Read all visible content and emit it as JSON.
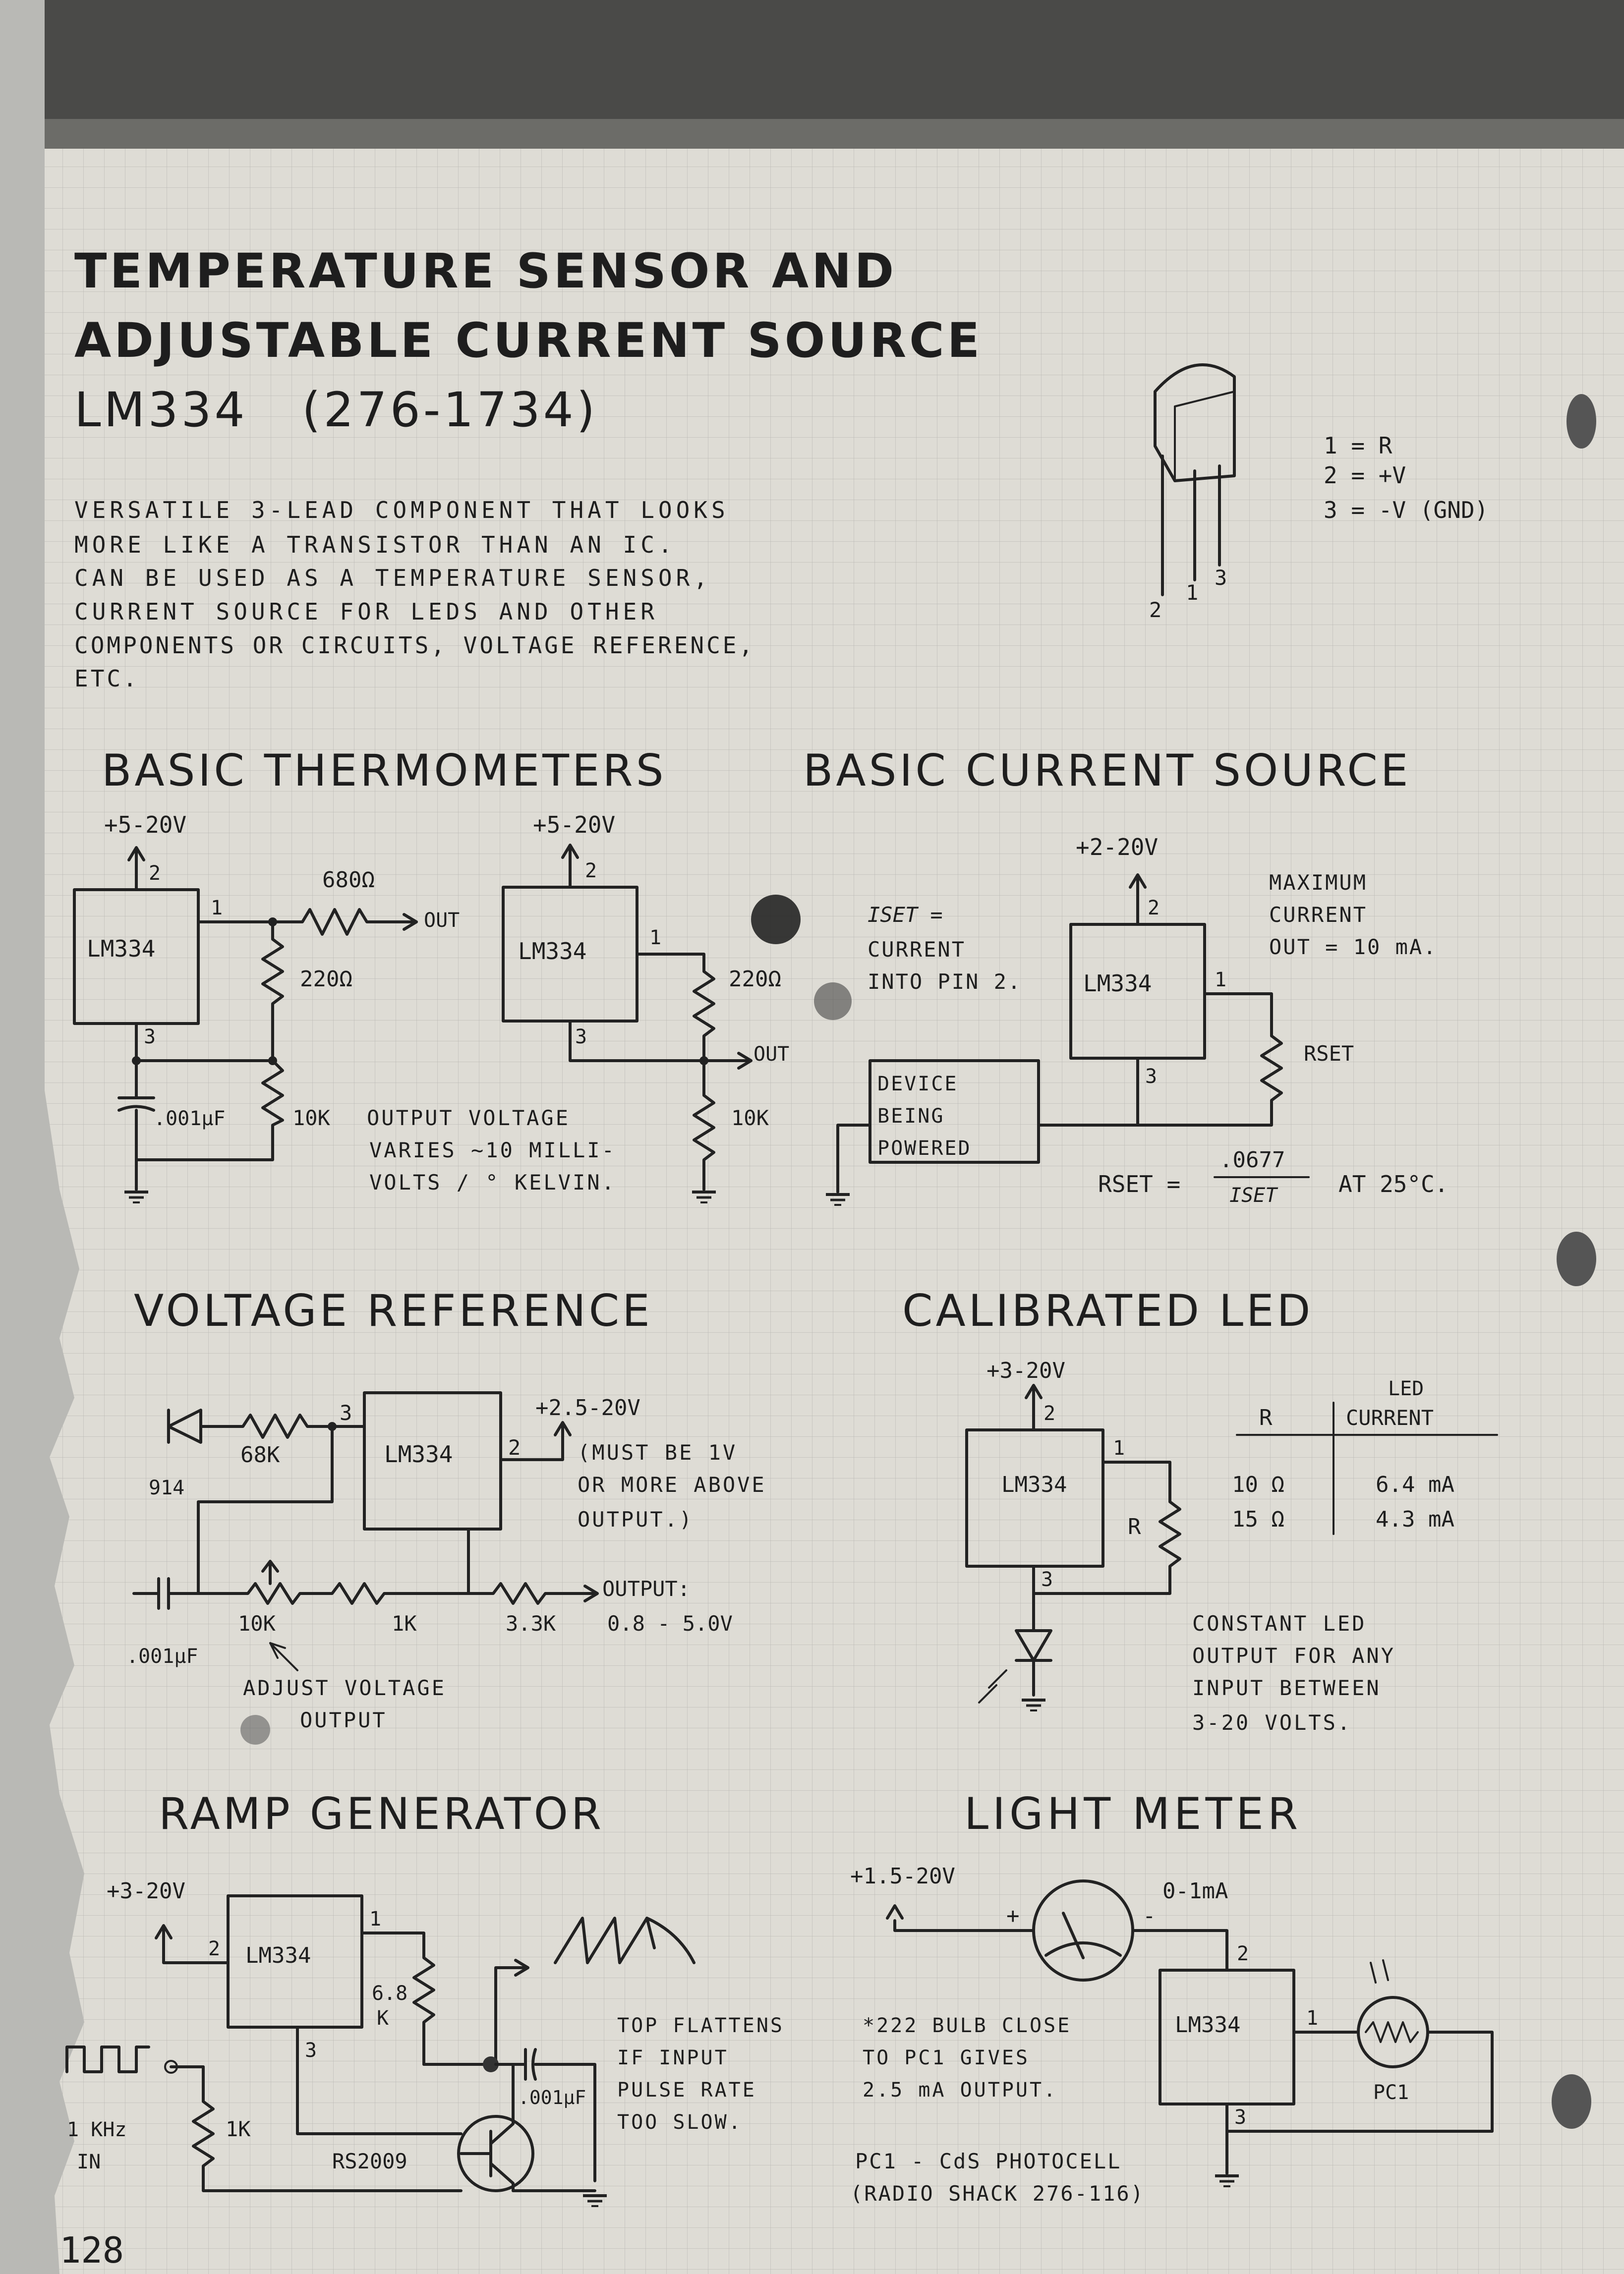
{
  "header": {
    "title_line1": "TEMPERATURE SENSOR AND",
    "title_line2": "ADJUSTABLE CURRENT SOURCE",
    "title_line3": "LM334   (276-1734)"
  },
  "intro": {
    "lines": [
      "VERSATILE 3-LEAD COMPONENT THAT LOOKS",
      "MORE LIKE A TRANSISTOR THAN AN IC.",
      "CAN BE USED AS A TEMPERATURE SENSOR,",
      "CURRENT SOURCE FOR LEDS AND OTHER",
      "COMPONENTS OR CIRCUITS, VOLTAGE REFERENCE,",
      "ETC."
    ]
  },
  "package": {
    "pin_labels": [
      "1 = R",
      "2 = +V",
      "3 = -V (GND)"
    ],
    "leg_numbers": [
      "2",
      "1",
      "3"
    ]
  },
  "thermometers": {
    "title": "BASIC THERMOMETERS",
    "chip": "LM334",
    "supply": "+5-20V",
    "pin1": "1",
    "pin2": "2",
    "pin3": "3",
    "r680": "680Ω",
    "out": "OUT",
    "r220": "220Ω",
    "cap": ".001μF",
    "r10k": "10K",
    "note_line1": "OUTPUT VOLTAGE",
    "note_line2": "VARIES ~10 MILLI-",
    "note_line3": "VOLTS / ° KELVIN."
  },
  "current_source": {
    "title": "BASIC CURRENT SOURCE",
    "iset_line1": "ISET =",
    "iset_line2": "CURRENT",
    "iset_line3": "INTO PIN 2.",
    "supply": "+2-20V",
    "max_line1": "MAXIMUM",
    "max_line2": "CURRENT",
    "max_line3": "OUT = 10 mA.",
    "chip": "LM334",
    "pin1": "1",
    "pin2": "2",
    "pin3": "3",
    "rset": "RSET",
    "device_line1": "DEVICE",
    "device_line2": "BEING",
    "device_line3": "POWERED",
    "formula_lhs": "RSET =",
    "formula_num": ".0677",
    "formula_den": "ISET",
    "formula_tail": "AT 25°C."
  },
  "voltage_reference": {
    "title": "VOLTAGE REFERENCE",
    "chip": "LM334",
    "r68k": "68K",
    "diode": "914",
    "pin3": "3",
    "pin2": "2",
    "supply": "+2.5-20V",
    "must_line1": "(MUST BE 1V",
    "must_line2": "OR MORE ABOVE",
    "must_line3": "OUTPUT.)",
    "pot": "10K",
    "r1k": "1K",
    "r33k": "3.3K",
    "output_line1": "OUTPUT:",
    "output_line2": "0.8 - 5.0V",
    "cap": ".001μF",
    "adjust_line1": "ADJUST VOLTAGE",
    "adjust_line2": "OUTPUT"
  },
  "calibrated_led": {
    "title": "CALIBRATED LED",
    "supply": "+3-20V",
    "chip": "LM334",
    "pin1": "1",
    "pin2": "2",
    "pin3": "3",
    "r": "R",
    "table_head_r": "R",
    "table_head_led": "LED",
    "table_head_current": "CURRENT",
    "rows": [
      {
        "r": "10 Ω",
        "current": "6.4 mA"
      },
      {
        "r": "15 Ω",
        "current": "4.3 mA"
      }
    ],
    "note_line1": "CONSTANT LED",
    "note_line2": "OUTPUT FOR ANY",
    "note_line3": "INPUT BETWEEN",
    "note_line4": "3-20 VOLTS."
  },
  "ramp_generator": {
    "title": "RAMP GENERATOR",
    "supply": "+3-20V",
    "chip": "LM334",
    "pin1": "1",
    "pin2": "2",
    "pin3": "3",
    "r68k_a": "6.8",
    "r68k_b": "K",
    "r1k": "1K",
    "freq_line1": "1 KHz",
    "freq_line2": "IN",
    "transistor": "RS2009",
    "cap": ".001μF",
    "note_line1": "TOP FLATTENS",
    "note_line2": "IF INPUT",
    "note_line3": "PULSE RATE",
    "note_line4": "TOO SLOW."
  },
  "light_meter": {
    "title": "LIGHT METER",
    "supply": "+1.5-20V",
    "meter": "0-1mA",
    "plus": "+",
    "minus": "-",
    "chip": "LM334",
    "pin1": "1",
    "pin2": "2",
    "pin3": "3",
    "pc1": "PC1",
    "note_line1": "*222 BULB CLOSE",
    "note_line2": "TO PC1 GIVES",
    "note_line3": "2.5 mA OUTPUT.",
    "pc1_line1": "PC1 - CdS PHOTOCELL",
    "pc1_line2": "(RADIO SHACK 276-116)"
  },
  "page_number": "128"
}
